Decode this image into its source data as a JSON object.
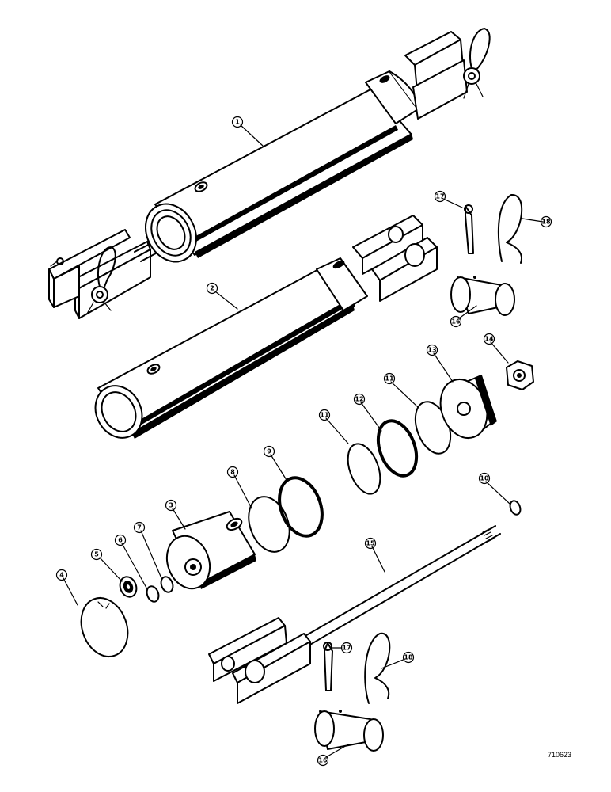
{
  "figure_number": "710623",
  "callouts": [
    "1",
    "2",
    "3",
    "4",
    "5",
    "6",
    "7",
    "8",
    "9",
    "10",
    "11",
    "11",
    "12",
    "13",
    "14",
    "15",
    "16",
    "16",
    "17",
    "17",
    "18",
    "18"
  ]
}
